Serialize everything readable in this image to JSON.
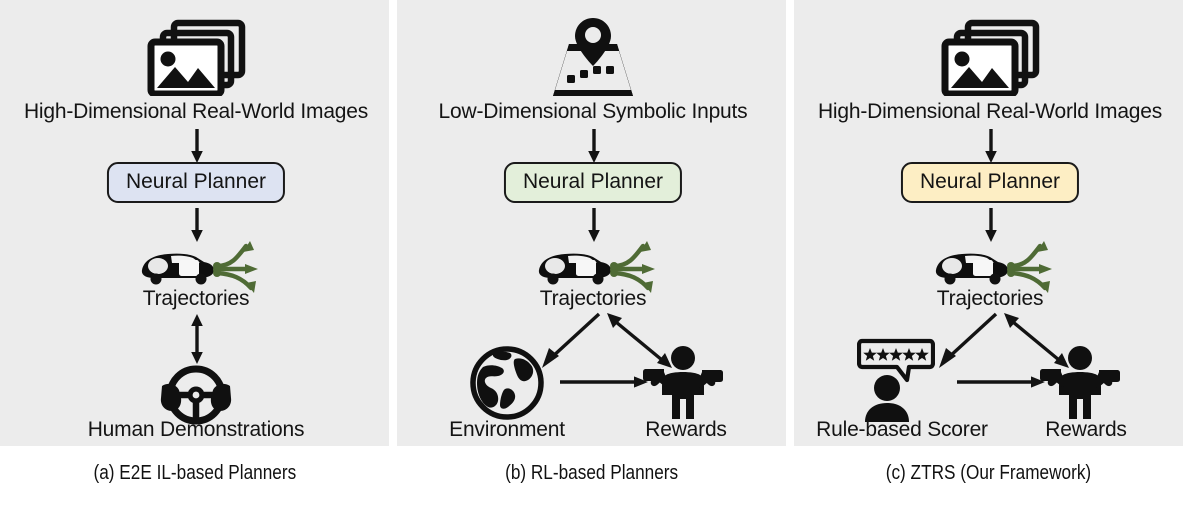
{
  "figure": {
    "panel_background": "#ececec",
    "page_background": "#ffffff",
    "arrow_color": "#131313",
    "trajectory_arrow_color": "#4f6b35"
  },
  "panels": [
    {
      "id": "panel-a",
      "caption": "(a) E2E IL-based Planners",
      "box_color": "#dde3f2",
      "input_icon": "images-stack-icon",
      "input_label": "High-Dimensional Real-World Images",
      "planner_label": "Neural Planner",
      "car_icon": "car-icon",
      "trajectories_label": "Trajectories",
      "bottom_icon": "steering-wheel-hands-icon",
      "bottom_label": "Human Demonstrations"
    },
    {
      "id": "panel-b",
      "caption": "(b) RL-based Planners",
      "box_color": "#e3efda",
      "input_icon": "map-pin-route-icon",
      "input_label": "Low-Dimensional Symbolic Inputs",
      "planner_label": "Neural Planner",
      "car_icon": "car-icon",
      "trajectories_label": "Trajectories",
      "left_icon": "globe-icon",
      "left_label": "Environment",
      "right_icon": "person-thumbs-icon",
      "right_label": "Rewards"
    },
    {
      "id": "panel-c",
      "caption": "(c) ZTRS (Our Framework)",
      "box_color": "#fdeec4",
      "input_icon": "images-stack-icon",
      "input_label": "High-Dimensional Real-World Images",
      "planner_label": "Neural Planner",
      "car_icon": "car-icon",
      "trajectories_label": "Trajectories",
      "left_icon": "person-five-star-review-icon",
      "left_label": "Rule-based Scorer",
      "right_icon": "person-thumbs-icon",
      "right_label": "Rewards",
      "star_count": 5
    }
  ]
}
